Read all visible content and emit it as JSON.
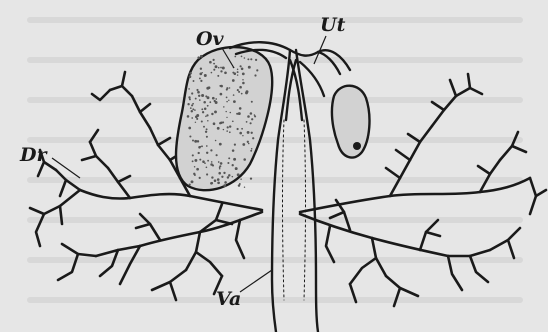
{
  "labels": {
    "ov": "Ov",
    "ut": "Ut",
    "dr": "Dr",
    "va": "Va"
  },
  "colors": {
    "background": "#e6e6e6",
    "ink": "#1a1a1a",
    "paper_text": "#c9c9c9"
  }
}
